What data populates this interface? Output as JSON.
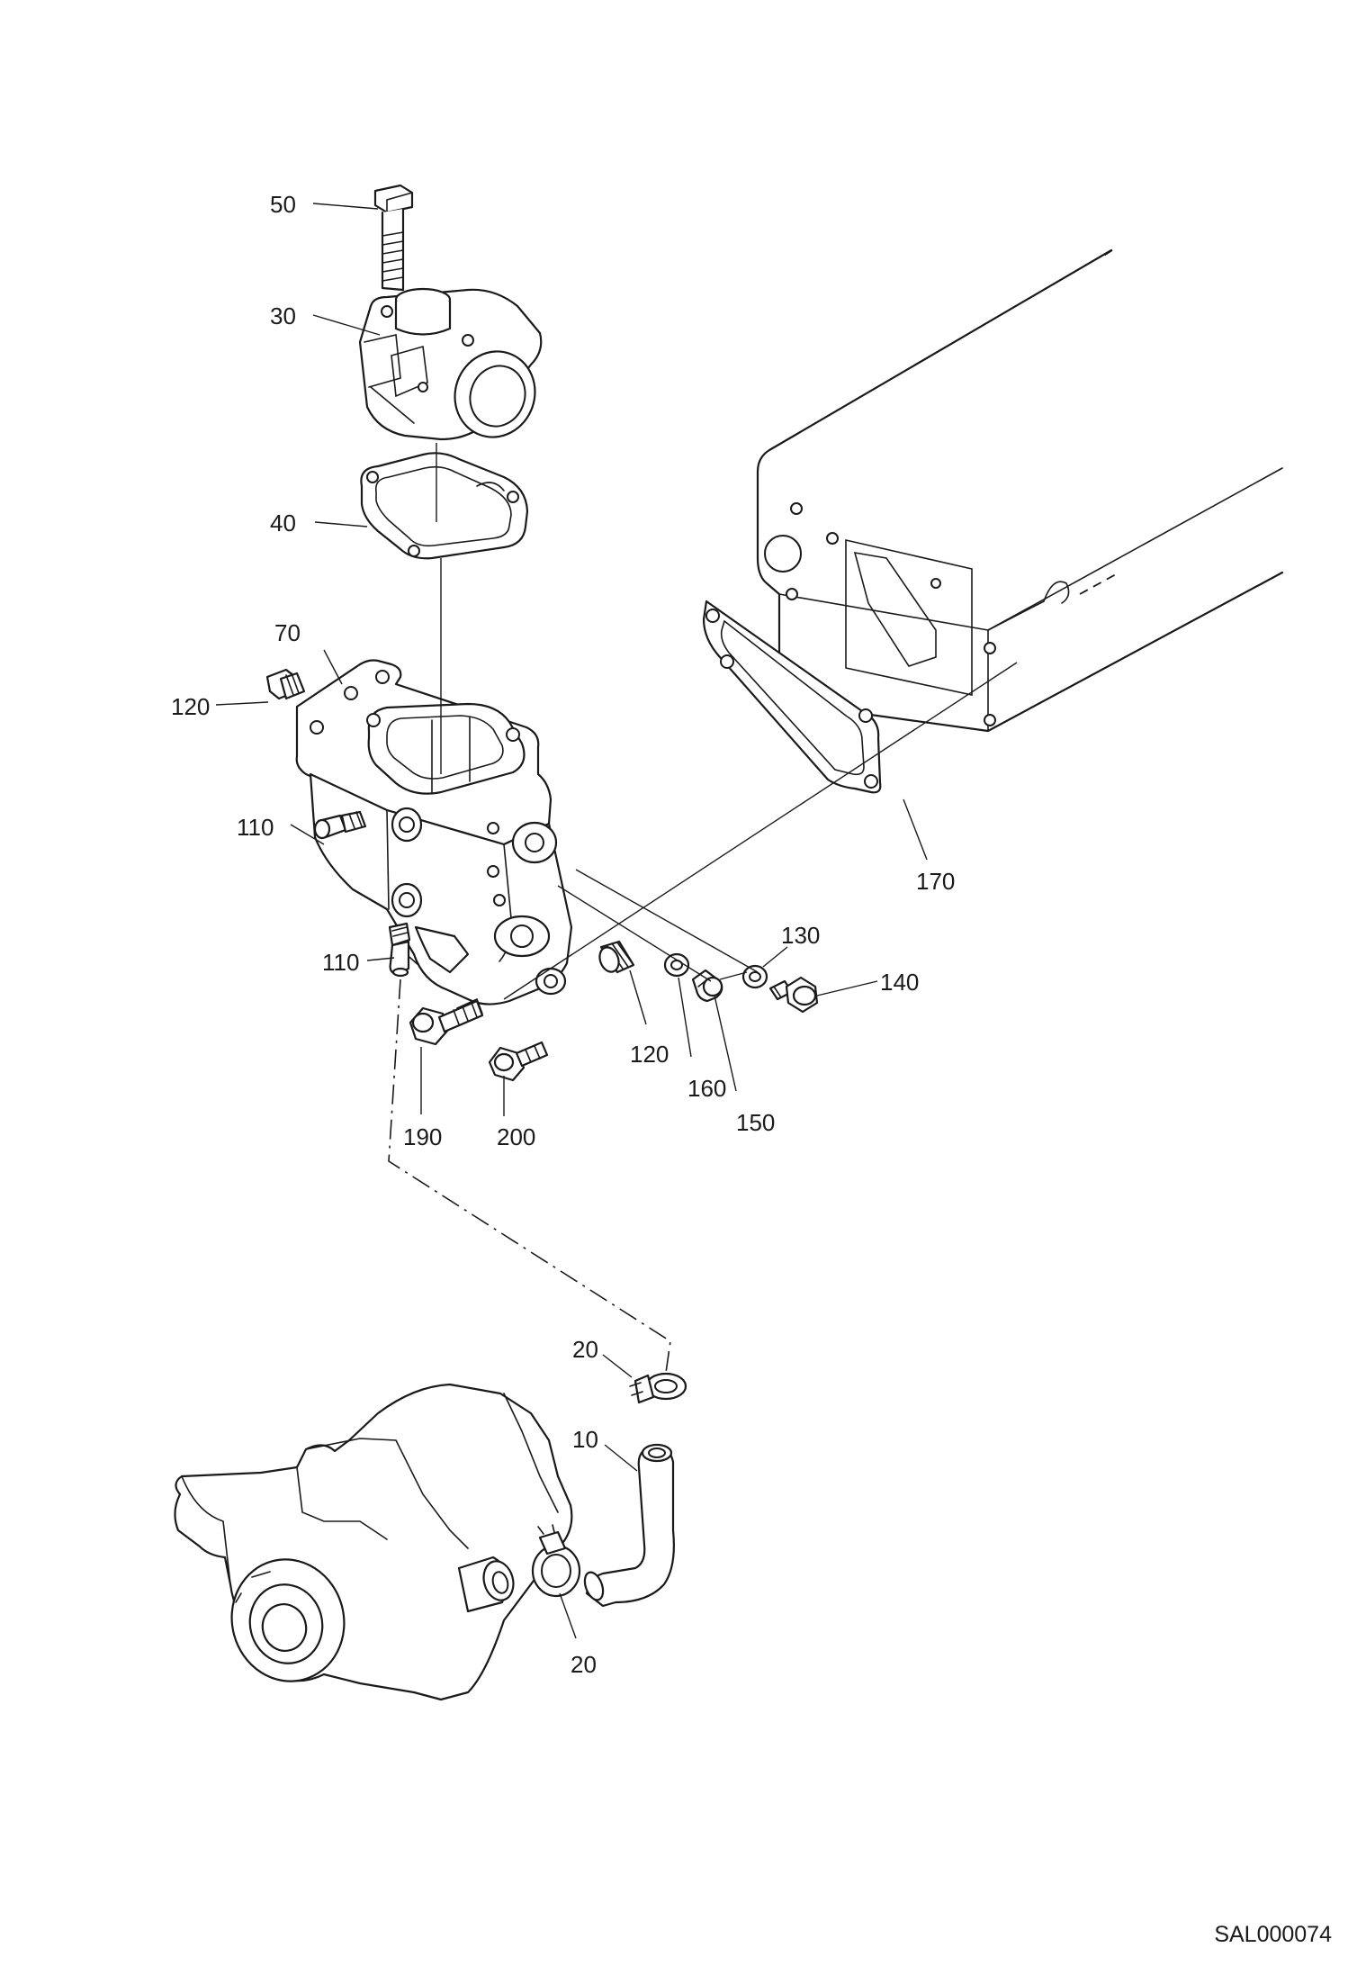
{
  "drawing": {
    "id": "SAL000074"
  },
  "callouts": {
    "c50": "50",
    "c30": "30",
    "c40": "40",
    "c70": "70",
    "c120a": "120",
    "c110a": "110",
    "c110b": "110",
    "c190": "190",
    "c200": "200",
    "c120b": "120",
    "c160": "160",
    "c150": "150",
    "c130": "130",
    "c140": "140",
    "c170": "170",
    "c20a": "20",
    "c10": "10",
    "c20b": "20"
  }
}
